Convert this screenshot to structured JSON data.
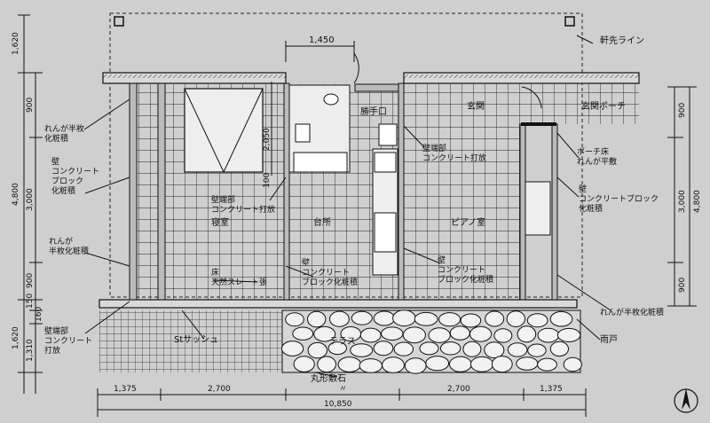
{
  "dims": {
    "top_span": "1,450",
    "left": [
      "1,620",
      "900",
      "4,800",
      "3,000",
      "900",
      "150",
      "160",
      "1,620",
      "1,310"
    ],
    "right": [
      "900",
      "4,800",
      "3,000",
      "900"
    ],
    "small_2050": "2,050",
    "small_100": "100",
    "bottom": [
      "1,375",
      "2,700",
      "〃",
      "2,700",
      "1,375"
    ],
    "total": "10,850"
  },
  "labels": {
    "nokisaki": "軒先ライン",
    "katteguchi": "勝手口",
    "genkan": "玄関",
    "genkan_porch": "玄関ポーチ",
    "shinshitsu": "寝室",
    "daidokoro": "台所",
    "piano": "ピアノ室",
    "terrace": "テラス",
    "st_sash": "Stサッシュ",
    "marugata": "丸形敷石",
    "amado": "雨戸"
  },
  "notes": {
    "left_renga": [
      "れんが半枚",
      "化粧積"
    ],
    "left_wall": [
      "壁",
      "コンクリート",
      "ブロック",
      "化粧積"
    ],
    "left_renga2": [
      "れんが",
      "半枚化粧積"
    ],
    "left_hekitan": [
      "壁端部",
      "コンクリート",
      "打放"
    ],
    "center_hekitan": [
      "壁端部",
      "コンクリート打放"
    ],
    "bedroom_hekitan": [
      "壁端部",
      "コンクリート打放"
    ],
    "floor": [
      "床",
      "天然スレート張"
    ],
    "center_wall": [
      "壁",
      "コンクリート",
      "ブロック化粧積"
    ],
    "piano_wall": [
      "壁",
      "コンクリート",
      "ブロック化粧積"
    ],
    "porch_floor": [
      "ポーチ床",
      "れんが平敷"
    ],
    "right_wall": [
      "壁",
      "コンクリートブロック",
      "化粧積"
    ],
    "right_renga": "れんが半枚化粧積"
  },
  "compass_label": "N"
}
